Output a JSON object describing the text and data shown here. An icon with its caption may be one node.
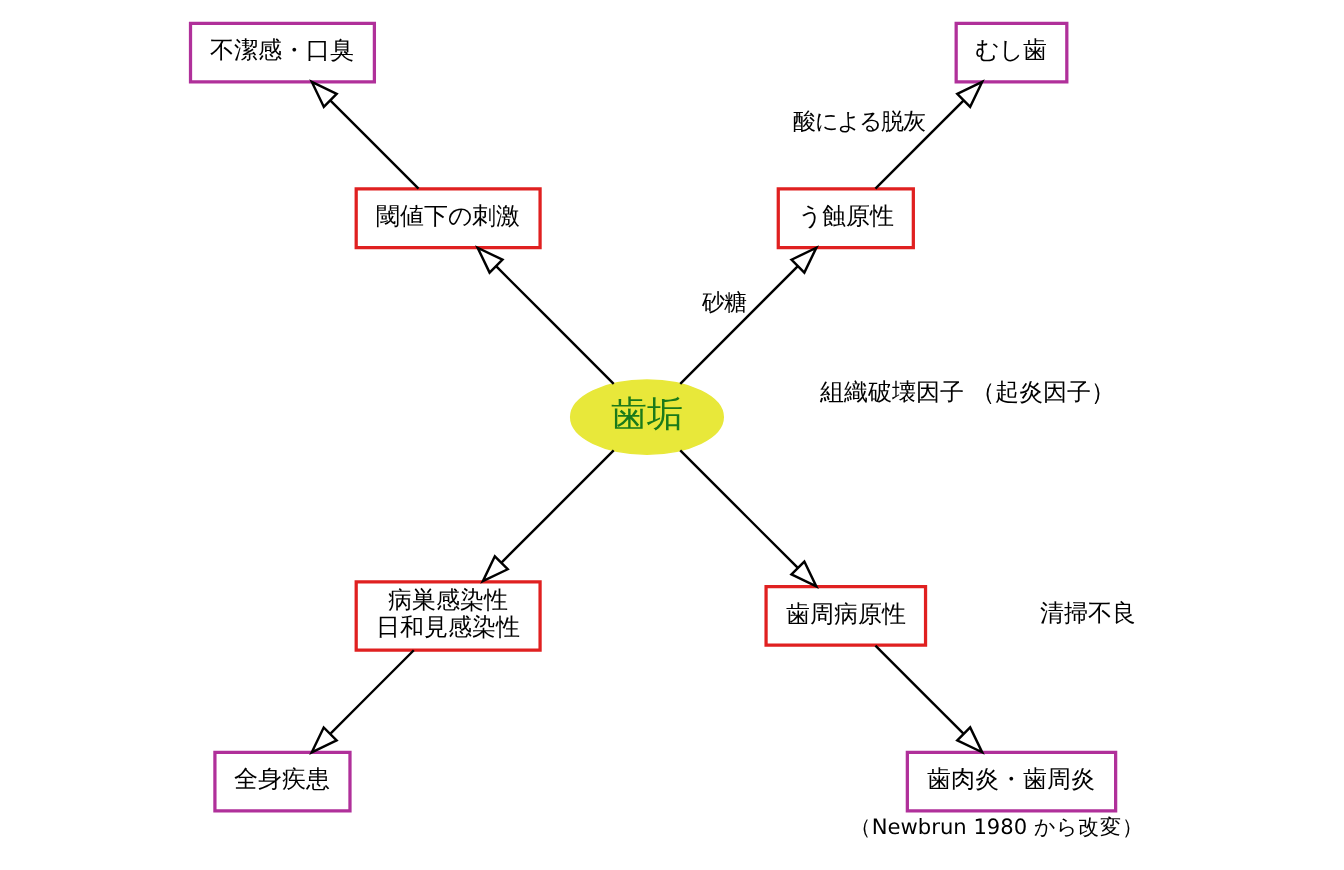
{
  "diagram": {
    "caption": "（Newbrun 1980 から改変）",
    "nodes": [
      {
        "text": [
          "歯垢"
        ]
      },
      {
        "text": [
          "う蝕原性"
        ]
      },
      {
        "text": [
          "むし歯"
        ]
      },
      {
        "text": [
          "閾値下の刺激"
        ]
      },
      {
        "text": [
          "不潔感・口臭"
        ]
      },
      {
        "text": [
          "病巣感染性",
          "日和見感染性"
        ]
      },
      {
        "text": [
          "全身疾患"
        ]
      },
      {
        "text": [
          "歯周病原性"
        ]
      },
      {
        "text": [
          "歯肉炎・歯周炎"
        ]
      }
    ],
    "edges": [
      {
        "from": 0,
        "to": 1,
        "arrow": "to",
        "label": "砂糖"
      },
      {
        "from": 1,
        "to": 2,
        "arrow": "to",
        "label": "酸による脱灰"
      },
      {
        "from": 0,
        "to": 3,
        "arrow": "to"
      },
      {
        "from": 3,
        "to": 4,
        "arrow": "to"
      },
      {
        "from": 0,
        "to": 5,
        "arrow": "to"
      },
      {
        "from": 5,
        "to": 6,
        "arrow": "to"
      },
      {
        "from": 0,
        "to": 7,
        "arrow": "to"
      },
      {
        "from": 7,
        "to": 8,
        "arrow": "to"
      }
    ],
    "labels": [
      "組織破壊因子 （起炎因子）",
      "清掃不良"
    ]
  }
}
